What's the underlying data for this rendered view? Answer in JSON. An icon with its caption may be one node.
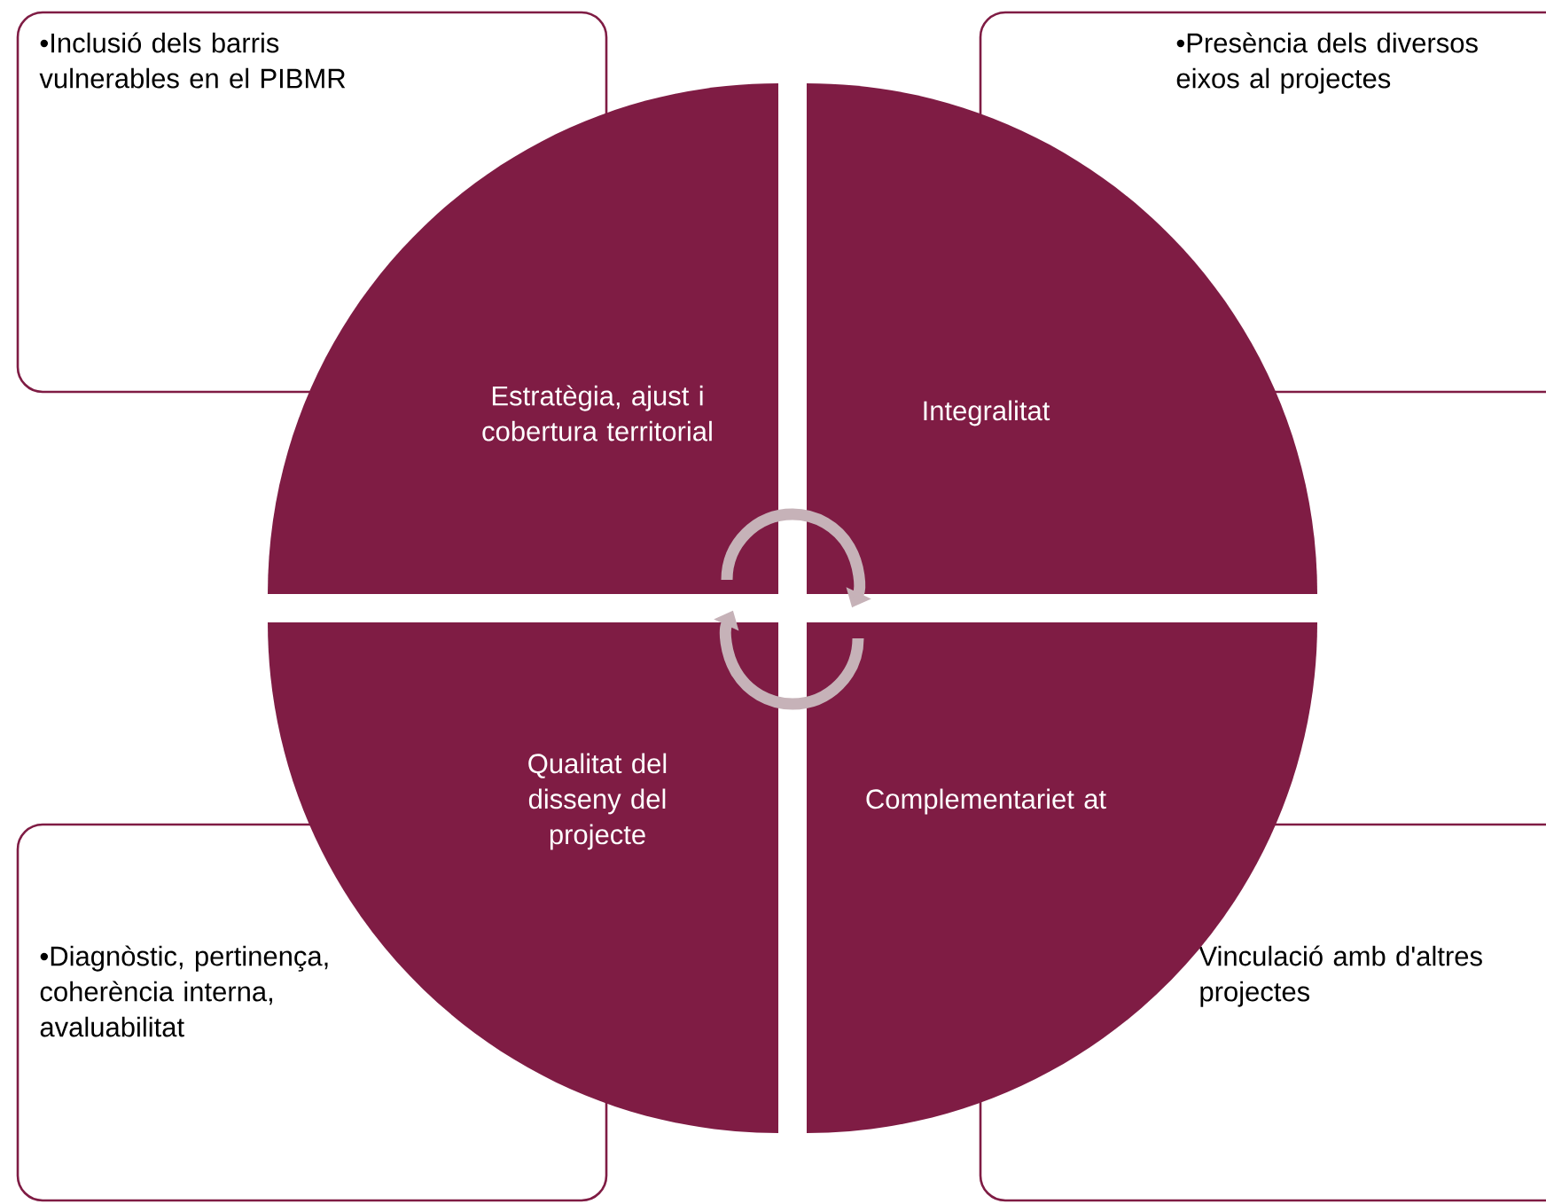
{
  "diagram": {
    "nodes": [
      {
        "text": [
          "•Inclusió dels barris vulnerables en el PIBMR"
        ]
      },
      {
        "text": [
          "•Presència dels diversos eixos al projectes"
        ]
      },
      {
        "text": [
          "Estratègia, ajust i cobertura territorial"
        ]
      },
      {
        "text": [
          "Integralitat"
        ]
      },
      {
        "text": [
          "Qualitat del disseny del projecte"
        ]
      },
      {
        "text": [
          "Complementariet at"
        ]
      },
      {
        "text": [
          "•Diagnòstic, pertinença, coherència interna, avaluabilitat"
        ]
      },
      {
        "text": [
          "Vinculació amb d'altres projectes"
        ]
      }
    ],
    "edges": [
      {
        "from": 2,
        "to": 3,
        "arrow": "to"
      },
      {
        "from": 5,
        "to": 4,
        "arrow": "to"
      }
    ]
  }
}
